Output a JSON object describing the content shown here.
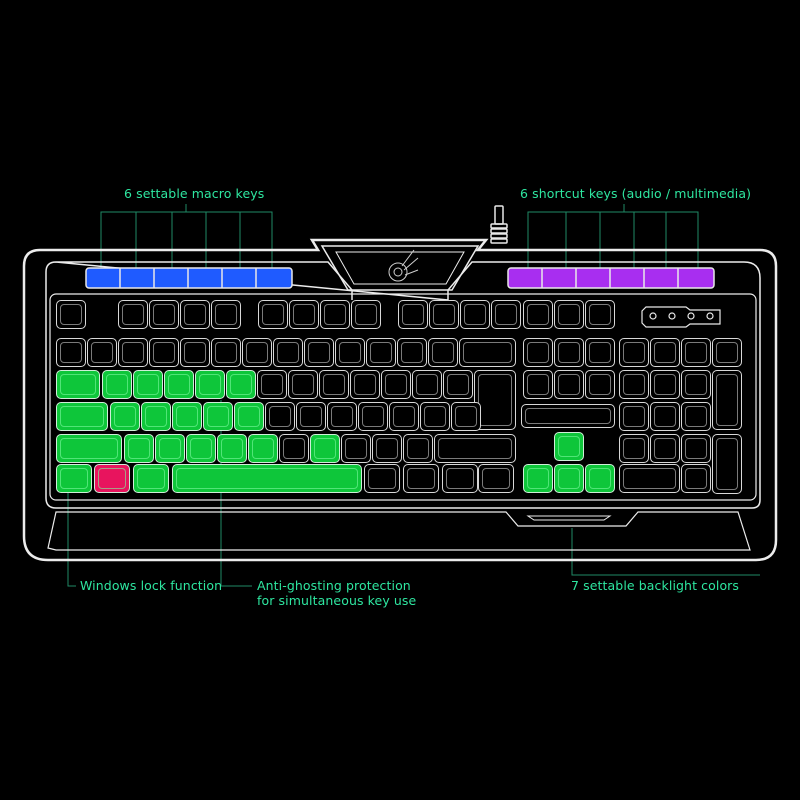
{
  "callouts": {
    "macro_keys": "6 settable macro keys",
    "shortcut_keys": "6 shortcut keys (audio / multimedia)",
    "windows_lock": "Windows lock function",
    "anti_ghosting_line1": "Anti-ghosting protection",
    "anti_ghosting_line2": "for simultaneous key use",
    "backlight": "7 settable backlight colors"
  },
  "colors": {
    "background": "#000000",
    "outline": "#e8e8e8",
    "callout_text": "#2ee6a0",
    "callout_line": "#1f8a66",
    "macro_keys": "#1f5bff",
    "shortcut_keys": "#a82ef0",
    "highlight_keys": "#0ec63a",
    "windows_lock_key": "#e8145e"
  },
  "macro_key_count": 6,
  "shortcut_key_count": 6,
  "indicator_led_count": 4
}
